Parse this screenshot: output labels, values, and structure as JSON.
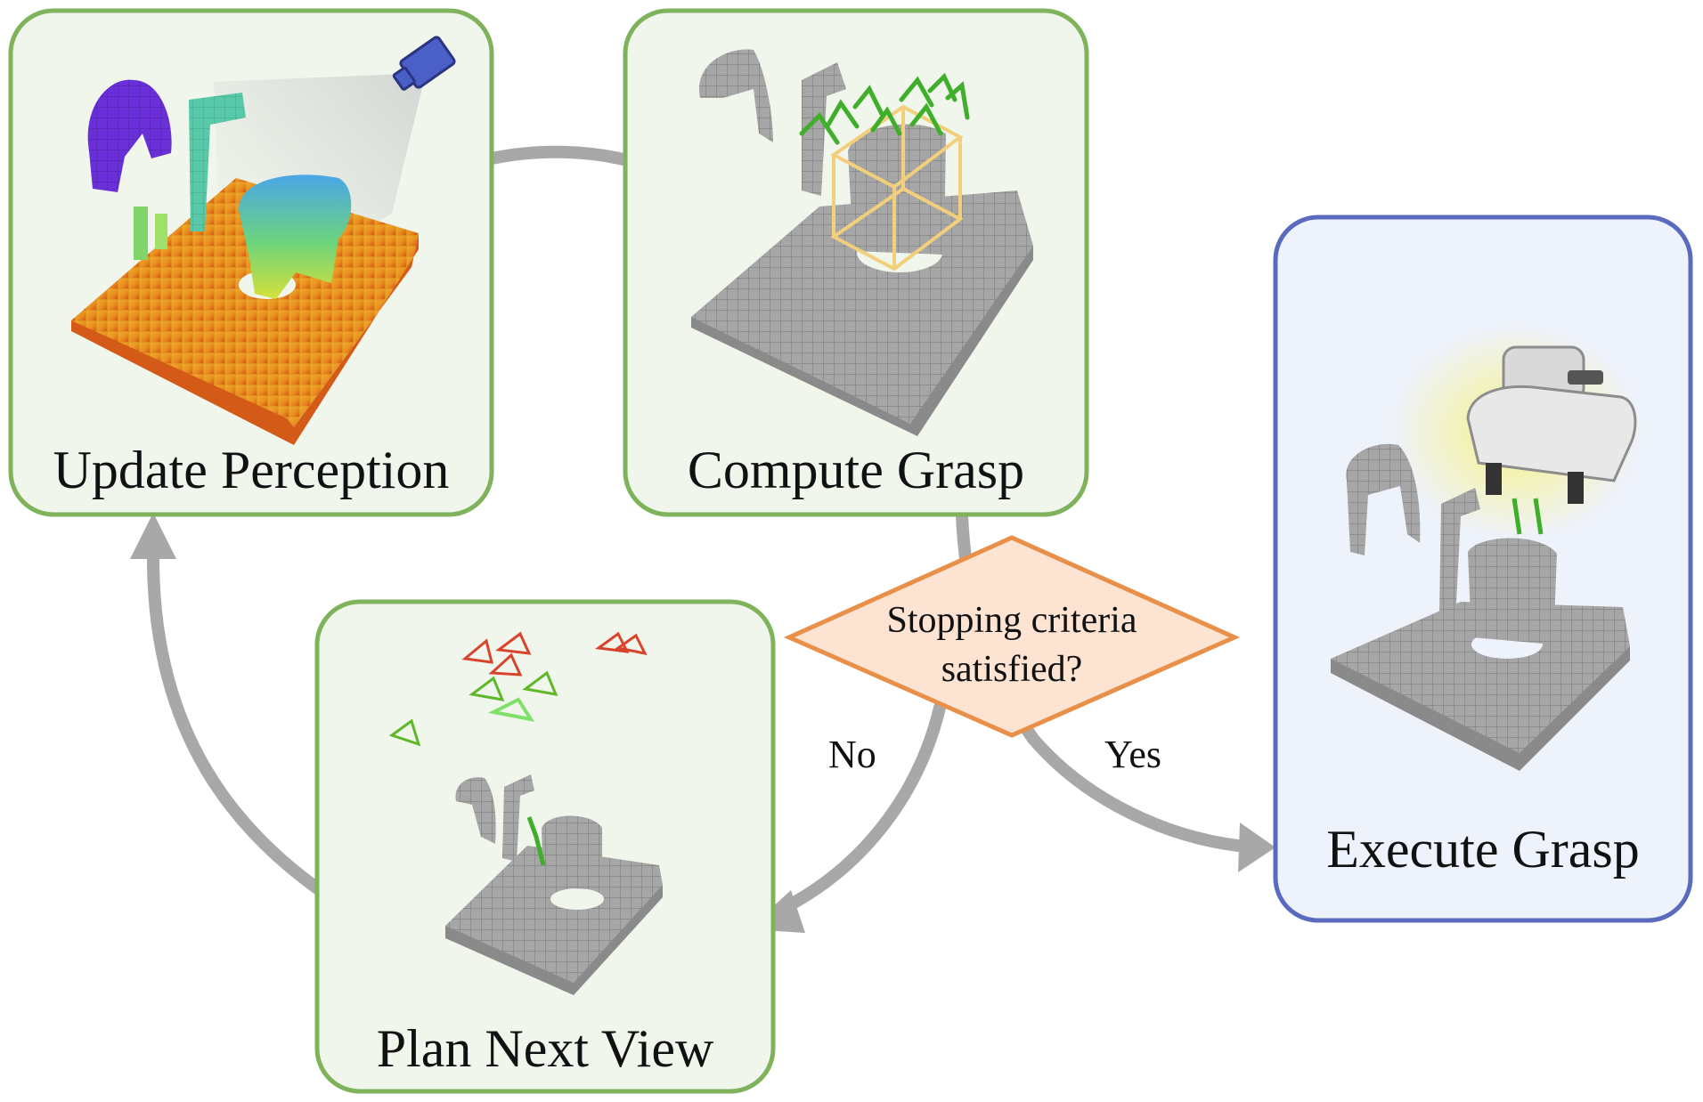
{
  "nodes": {
    "update_perception": {
      "label": "Update Perception"
    },
    "compute_grasp": {
      "label": "Compute Grasp"
    },
    "plan_next_view": {
      "label": "Plan Next View"
    },
    "execute_grasp": {
      "label": "Execute Grasp"
    },
    "decision": {
      "line1": "Stopping criteria",
      "line2": "satisfied?"
    }
  },
  "edges": {
    "no_label": "No",
    "yes_label": "Yes"
  },
  "colors": {
    "process_box_fill": "#f0f6ec",
    "process_box_border": "#7fb35b",
    "execute_box_fill": "#eef2fa",
    "execute_box_border": "#5a6bbf",
    "decision_fill": "#fde3d2",
    "decision_border": "#e8904a",
    "arrow": "#a8a8a8",
    "voxel_gray": "#a9a9a9",
    "grasp_green": "#3fae2a",
    "camera_red": "#d9432b",
    "bbox_yellow": "#f2cf7a"
  }
}
